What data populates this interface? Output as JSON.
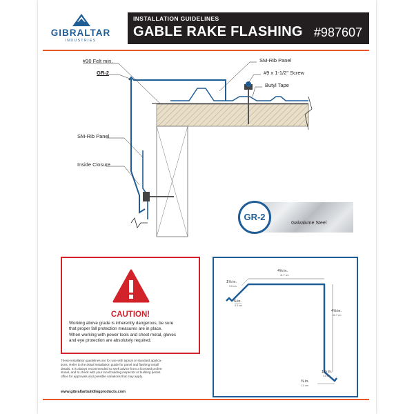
{
  "brand": {
    "name": "GIBRALTAR",
    "sub": "INDUSTRIES",
    "color": "#1f5d96"
  },
  "header": {
    "subtitle": "INSTALLATION GUIDELINES",
    "title": "GABLE RAKE FLASHING",
    "sku": "#987607"
  },
  "diagram": {
    "labels": {
      "felt": "#30 Felt min.",
      "part": "GR-2",
      "sm_rib_top": "SM-Rib Panel",
      "screw": "#9 x 1-1/2\" Screw",
      "butyl": "Butyl Tape",
      "sm_rib_side": "SM-Rib Panel",
      "closure": "Inside Closure"
    }
  },
  "material": {
    "code": "GR-2",
    "name": "Galvalume Steel"
  },
  "caution": {
    "title": "CAUTION!",
    "lines": [
      "Working above grade is inherently dangerous, be sure",
      "that proper fall protection measures are in place.",
      "When working with power tools and sheet metal, gloves",
      "and eye protection are absolutely required."
    ],
    "color": "#d2232a"
  },
  "profile": {
    "dims": {
      "top": "4⅝ in.",
      "top_cm": "11.7 cm",
      "hem_top": "1⅝ in.",
      "hem_top_cm": "3.5 cm",
      "hem_top_b": "⅜ in.",
      "hem_top_b_cm": "0.9 cm",
      "side": "4⅝ in.",
      "side_cm": "11.7 cm",
      "kick": "1⅝ in.",
      "kick_cm": "3.5 cm",
      "foot": "⅜ in.",
      "foot_cm": "1.0 cm"
    }
  },
  "disclaimer": [
    "These installation guidelines are for use with typical or standard applica-",
    "tions. Refer to the detail installation guide for panel and flashing install",
    "details. It is always recommended to seek advice from a licensed profes-",
    "sional, and to check with your local building inspector or building permit",
    "office for approvals and possible variations that may apply."
  ],
  "website": "www.gibraltarbuildingproducts.com"
}
